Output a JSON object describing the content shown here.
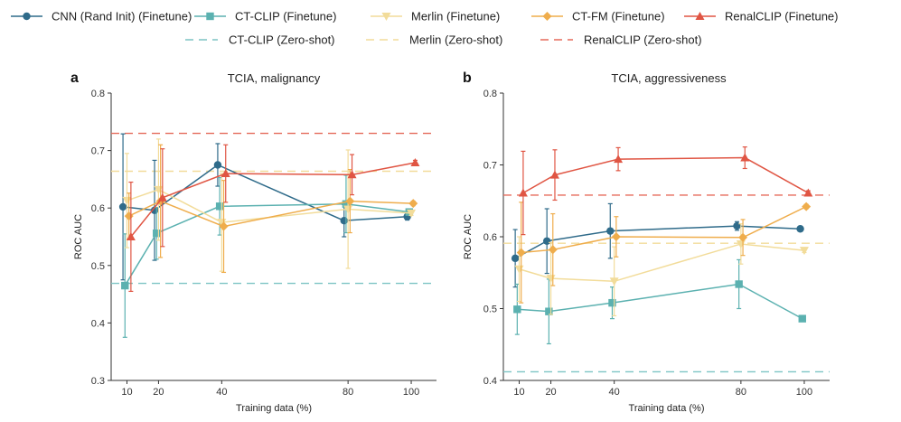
{
  "colors": {
    "CNN (Rand Init) (Finetune)": "#2f6b8a",
    "CT-CLIP (Finetune)": "#5bb1b0",
    "Merlin (Finetune)": "#f2dc9a",
    "CT-FM (Finetune)": "#efad4c",
    "RenalCLIP (Finetune)": "#e05543",
    "CT-CLIP (Zero-shot)": "#7cc4c4",
    "Merlin (Zero-shot)": "#f2dc9a",
    "RenalCLIP (Zero-shot)": "#e56a5a"
  },
  "markers": {
    "CNN (Rand Init) (Finetune)": "circle",
    "CT-CLIP (Finetune)": "square",
    "Merlin (Finetune)": "triangle-down",
    "CT-FM (Finetune)": "diamond",
    "RenalCLIP (Finetune)": "triangle-up"
  },
  "legend": {
    "row1": [
      "CNN (Rand Init) (Finetune)",
      "CT-CLIP (Finetune)",
      "Merlin (Finetune)",
      "CT-FM (Finetune)",
      "RenalCLIP (Finetune)"
    ],
    "row2": [
      "CT-CLIP (Zero-shot)",
      "Merlin (Zero-shot)",
      "RenalCLIP (Zero-shot)"
    ]
  },
  "chart_data": [
    {
      "type": "line",
      "panel_label": "a",
      "title": "TCIA, malignancy",
      "xlabel": "Training data (%)",
      "ylabel": "ROC AUC",
      "x": [
        10,
        20,
        40,
        80,
        100
      ],
      "xlim": [
        5,
        108
      ],
      "ylim": [
        0.3,
        0.8
      ],
      "yticks": [
        0.3,
        0.4,
        0.5,
        0.6,
        0.7,
        0.8
      ],
      "grid": false,
      "series": [
        {
          "name": "CNN (Rand Init) (Finetune)",
          "values": [
            0.602,
            0.596,
            0.675,
            0.578,
            0.585
          ],
          "err": [
            0.127,
            0.087,
            0.037,
            0.028,
            0.006
          ]
        },
        {
          "name": "CT-CLIP (Finetune)",
          "values": [
            0.465,
            0.556,
            0.603,
            0.607,
            0.593
          ],
          "err": [
            0.09,
            0.045,
            0.05,
            0.05,
            0.004
          ]
        },
        {
          "name": "Merlin (Finetune)",
          "values": [
            0.613,
            0.632,
            0.575,
            0.598,
            0.591
          ],
          "err": [
            0.082,
            0.088,
            0.085,
            0.103,
            0.004
          ]
        },
        {
          "name": "CT-FM (Finetune)",
          "values": [
            0.586,
            0.612,
            0.568,
            0.612,
            0.608
          ],
          "err": [
            0.04,
            0.098,
            0.08,
            0.055,
            0.004
          ]
        },
        {
          "name": "RenalCLIP (Finetune)",
          "values": [
            0.55,
            0.618,
            0.66,
            0.658,
            0.679
          ],
          "err": [
            0.095,
            0.085,
            0.05,
            0.035,
            0.004
          ]
        }
      ],
      "reference_lines": [
        {
          "name": "CT-CLIP (Zero-shot)",
          "y": 0.469
        },
        {
          "name": "Merlin (Zero-shot)",
          "y": 0.664
        },
        {
          "name": "RenalCLIP (Zero-shot)",
          "y": 0.73
        }
      ]
    },
    {
      "type": "line",
      "panel_label": "b",
      "title": "TCIA, aggressiveness",
      "xlabel": "Training data (%)",
      "ylabel": "ROC AUC",
      "x": [
        10,
        20,
        40,
        80,
        100
      ],
      "xlim": [
        5,
        108
      ],
      "ylim": [
        0.4,
        0.8
      ],
      "yticks": [
        0.4,
        0.5,
        0.6,
        0.7,
        0.8
      ],
      "grid": false,
      "series": [
        {
          "name": "CNN (Rand Init) (Finetune)",
          "values": [
            0.57,
            0.594,
            0.608,
            0.615,
            0.611
          ],
          "err": [
            0.04,
            0.045,
            0.038,
            0.006,
            0.003
          ]
        },
        {
          "name": "CT-CLIP (Finetune)",
          "values": [
            0.499,
            0.496,
            0.508,
            0.534,
            0.486
          ],
          "err": [
            0.035,
            0.045,
            0.022,
            0.034,
            0.003
          ]
        },
        {
          "name": "Merlin (Finetune)",
          "values": [
            0.555,
            0.542,
            0.538,
            0.59,
            0.581
          ],
          "err": [
            0.045,
            0.05,
            0.048,
            0.028,
            0.003
          ]
        },
        {
          "name": "CT-FM (Finetune)",
          "values": [
            0.578,
            0.582,
            0.6,
            0.599,
            0.642
          ],
          "err": [
            0.07,
            0.05,
            0.028,
            0.025,
            0.003
          ]
        },
        {
          "name": "RenalCLIP (Finetune)",
          "values": [
            0.661,
            0.686,
            0.708,
            0.71,
            0.661
          ],
          "err": [
            0.058,
            0.035,
            0.016,
            0.015,
            0.003
          ]
        }
      ],
      "reference_lines": [
        {
          "name": "CT-CLIP (Zero-shot)",
          "y": 0.412
        },
        {
          "name": "Merlin (Zero-shot)",
          "y": 0.591
        },
        {
          "name": "RenalCLIP (Zero-shot)",
          "y": 0.658
        }
      ]
    }
  ]
}
